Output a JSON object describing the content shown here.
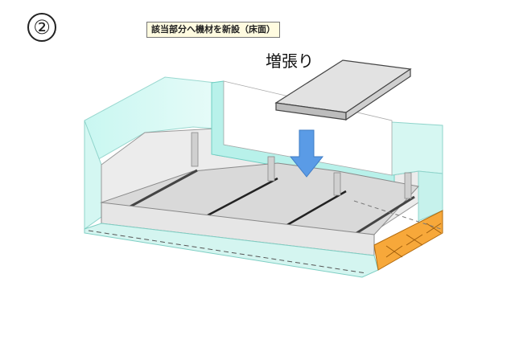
{
  "step_number": "②",
  "caption": "該当部分へ機材を新設（床面）",
  "callout_label": "増張り",
  "colors": {
    "glass": "#c9f7f1",
    "glass_edge": "#7fd9cf",
    "floor_panel": "#dcdcdc",
    "wall_grey": "#e9e9e9",
    "new_board": "#e3e3e3",
    "arrow": "#5a9be6",
    "orange_support": "#f7a83a"
  },
  "icons": [
    "down-arrow-icon"
  ]
}
